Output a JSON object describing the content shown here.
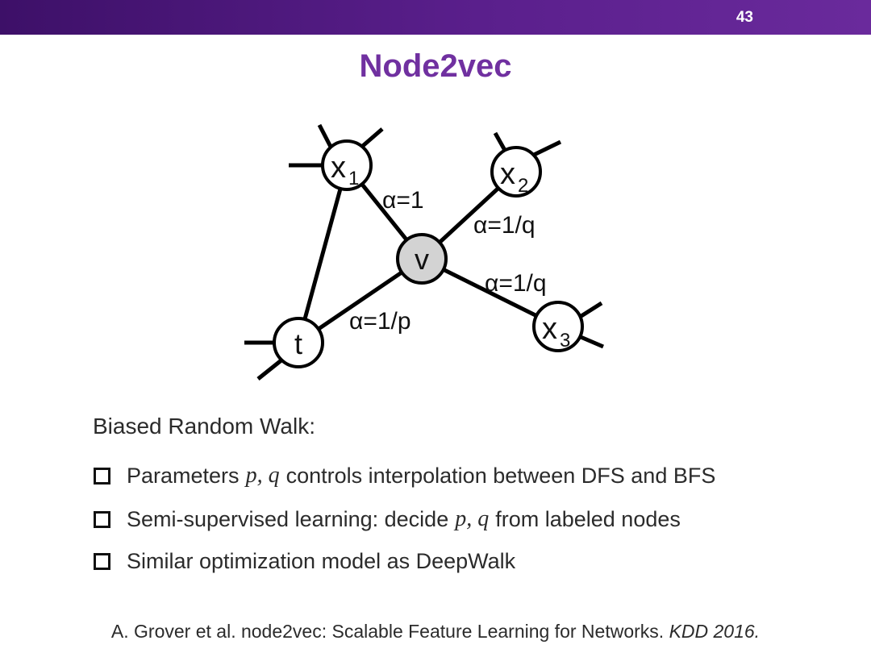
{
  "slide": {
    "page_number": "43",
    "title": "Node2vec"
  },
  "diagram": {
    "nodes": {
      "x1": {
        "main": "x",
        "sub": "1"
      },
      "x2": {
        "main": "x",
        "sub": "2"
      },
      "x3": {
        "main": "x",
        "sub": "3"
      },
      "v": {
        "main": "v"
      },
      "t": {
        "main": "t"
      }
    },
    "edge_labels": {
      "x1_v": "α=1",
      "x2_v": "α=1/q",
      "x3_v": "α=1/q",
      "t_v": "α=1/p"
    },
    "colors": {
      "current_node_fill": "#d3d3d3",
      "node_fill": "#ffffff",
      "stroke": "#000000"
    }
  },
  "content": {
    "heading": "Biased Random Walk:",
    "bullets": [
      {
        "before": "Parameters",
        "math": "p, q",
        "after": "controls interpolation between DFS and BFS"
      },
      {
        "before": "Semi-supervised learning: decide",
        "math": "p, q",
        "after": "from labeled nodes"
      },
      {
        "text": "Similar optimization model as DeepWalk"
      }
    ]
  },
  "citation": {
    "text": "A. Grover et al. node2vec: Scalable Feature Learning for Networks.",
    "venue": "KDD 2016."
  },
  "theme": {
    "accent": "#7030a0",
    "bar_color": "#4b1878"
  }
}
